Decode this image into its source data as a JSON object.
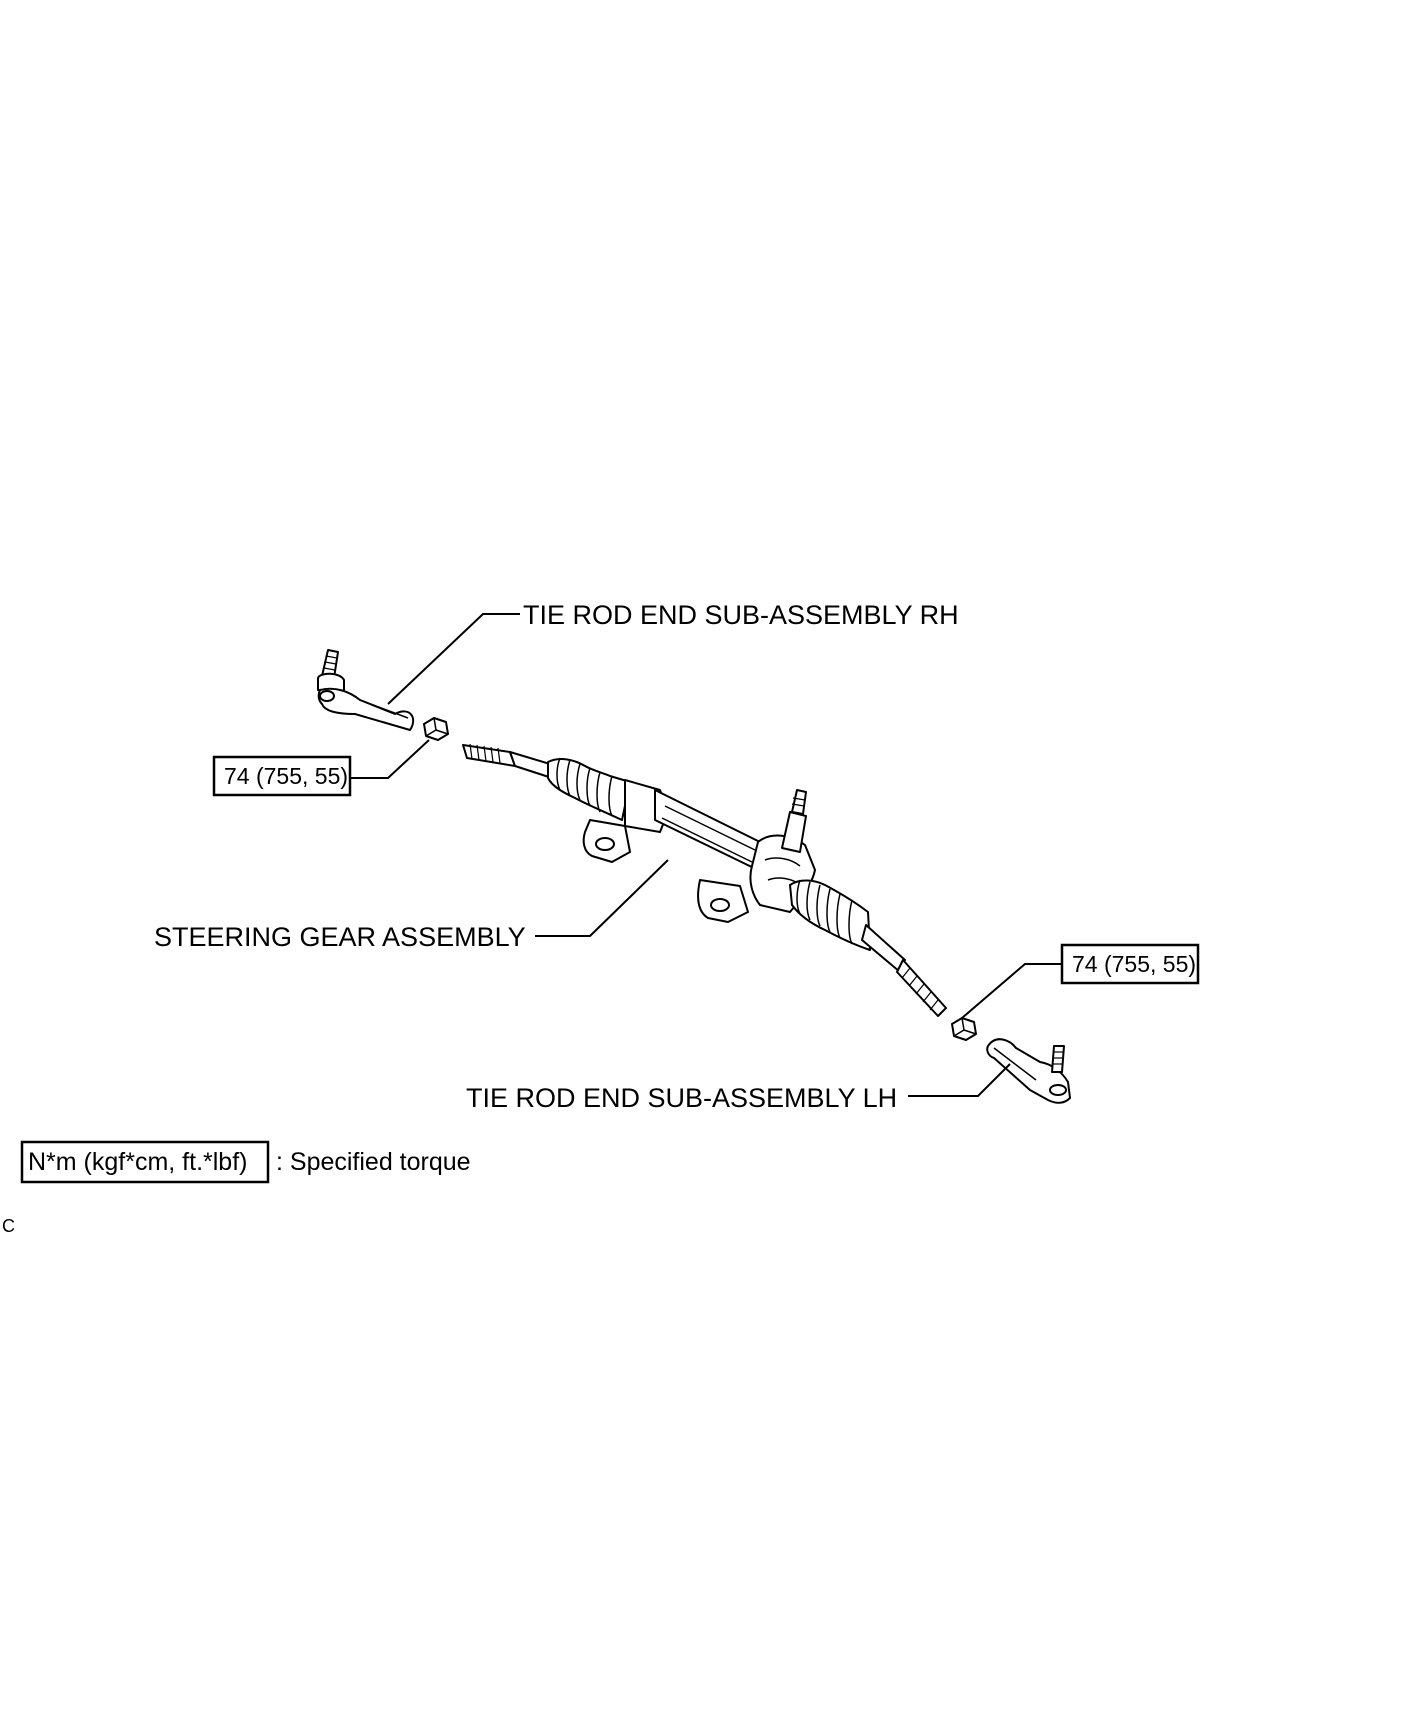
{
  "labels": {
    "tie_rod_rh": "TIE ROD END SUB-ASSEMBLY RH",
    "steering_gear": "STEERING GEAR ASSEMBLY",
    "tie_rod_lh": "TIE ROD END SUB-ASSEMBLY LH"
  },
  "torque": {
    "rh_nut": "74 (755, 55)",
    "lh_nut": "74 (755, 55)"
  },
  "legend": {
    "unit_box": "N*m (kgf*cm, ft.*lbf)",
    "description": ": Specified torque"
  },
  "code": "C"
}
